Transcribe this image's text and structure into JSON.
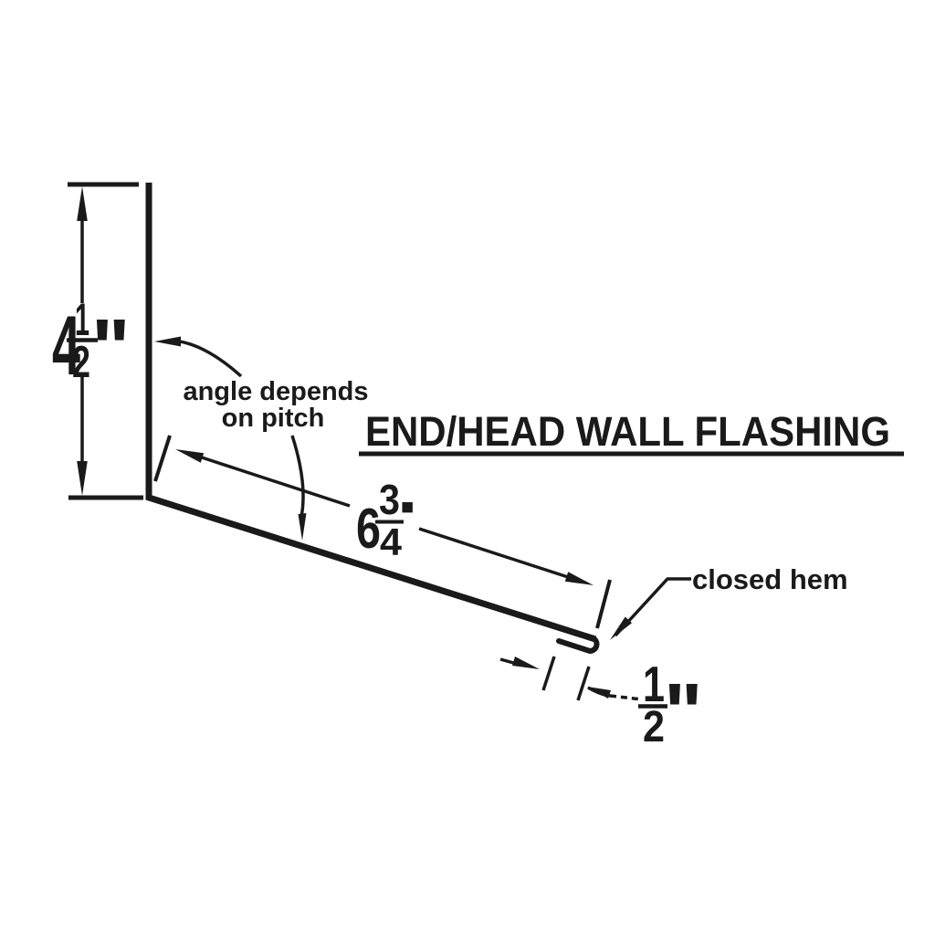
{
  "title": {
    "text": "END/HEAD WALL FLASHING"
  },
  "annotations": {
    "angle_note_line1": "angle depends",
    "angle_note_line2": "on pitch",
    "closed_hem_label": "closed hem"
  },
  "dimensions": {
    "wall_height": {
      "whole": "4",
      "numerator": "1",
      "denominator": "2",
      "unit": "\""
    },
    "flashing_width": {
      "whole": "6",
      "numerator": "3",
      "denominator": "4",
      "unit": "▪"
    },
    "hem_depth": {
      "numerator": "1",
      "denominator": "2",
      "unit": "\""
    }
  },
  "colors": {
    "ink": "#1a1a1a",
    "background": "#ffffff"
  }
}
